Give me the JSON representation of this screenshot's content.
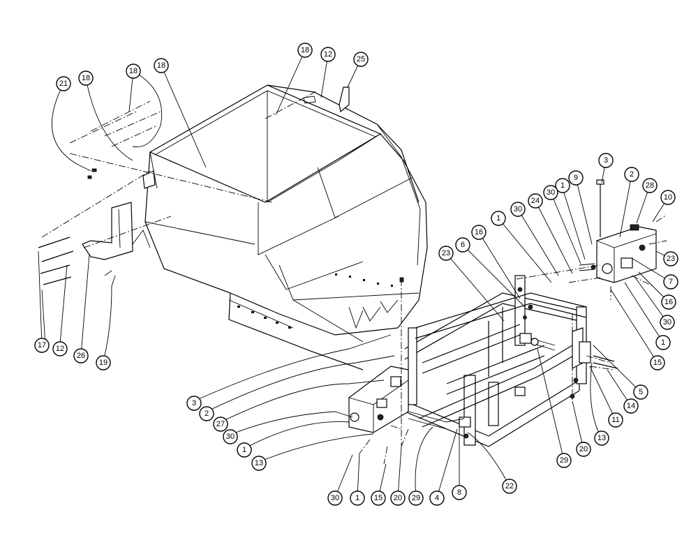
{
  "diagram": {
    "callouts": [
      {
        "id": "c1",
        "label": "21"
      },
      {
        "id": "c2",
        "label": "18"
      },
      {
        "id": "c3",
        "label": "18"
      },
      {
        "id": "c4",
        "label": "18"
      },
      {
        "id": "c5",
        "label": "18"
      },
      {
        "id": "c6",
        "label": "12"
      },
      {
        "id": "c7",
        "label": "25"
      },
      {
        "id": "c8",
        "label": "17"
      },
      {
        "id": "c9",
        "label": "12"
      },
      {
        "id": "c10",
        "label": "26"
      },
      {
        "id": "c11",
        "label": "19"
      },
      {
        "id": "c12",
        "label": "3"
      },
      {
        "id": "c13",
        "label": "2"
      },
      {
        "id": "c14",
        "label": "28"
      },
      {
        "id": "c15",
        "label": "10"
      },
      {
        "id": "c16",
        "label": "9"
      },
      {
        "id": "c17",
        "label": "1"
      },
      {
        "id": "c18",
        "label": "30"
      },
      {
        "id": "c19",
        "label": "24"
      },
      {
        "id": "c20",
        "label": "30"
      },
      {
        "id": "c21",
        "label": "1"
      },
      {
        "id": "c22",
        "label": "16"
      },
      {
        "id": "c23",
        "label": "6"
      },
      {
        "id": "c24",
        "label": "23"
      },
      {
        "id": "c25",
        "label": "23"
      },
      {
        "id": "c26",
        "label": "7"
      },
      {
        "id": "c27",
        "label": "16"
      },
      {
        "id": "c28",
        "label": "30"
      },
      {
        "id": "c29",
        "label": "1"
      },
      {
        "id": "c30",
        "label": "15"
      },
      {
        "id": "c31",
        "label": "5"
      },
      {
        "id": "c32",
        "label": "14"
      },
      {
        "id": "c33",
        "label": "11"
      },
      {
        "id": "c34",
        "label": "13"
      },
      {
        "id": "c35",
        "label": "20"
      },
      {
        "id": "c36",
        "label": "29"
      },
      {
        "id": "c37",
        "label": "3"
      },
      {
        "id": "c38",
        "label": "2"
      },
      {
        "id": "c39",
        "label": "27"
      },
      {
        "id": "c40",
        "label": "30"
      },
      {
        "id": "c41",
        "label": "1"
      },
      {
        "id": "c42",
        "label": "13"
      },
      {
        "id": "c43",
        "label": "30"
      },
      {
        "id": "c44",
        "label": "1"
      },
      {
        "id": "c45",
        "label": "15"
      },
      {
        "id": "c46",
        "label": "20"
      },
      {
        "id": "c47",
        "label": "29"
      },
      {
        "id": "c48",
        "label": "4"
      },
      {
        "id": "c49",
        "label": "8"
      },
      {
        "id": "c50",
        "label": "22"
      }
    ]
  }
}
